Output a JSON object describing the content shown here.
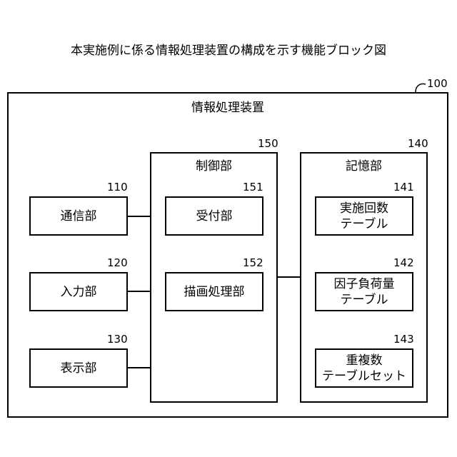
{
  "figure_title": "本実施例に係る情報処理装置の構成を示す機能ブロック図",
  "apparatus": {
    "ref": "100",
    "label": "情報処理装置"
  },
  "left_blocks": [
    {
      "ref": "110",
      "label": "通信部"
    },
    {
      "ref": "120",
      "label": "入力部"
    },
    {
      "ref": "130",
      "label": "表示部"
    }
  ],
  "control": {
    "ref": "150",
    "label": "制御部",
    "children": [
      {
        "ref": "151",
        "label": "受付部"
      },
      {
        "ref": "152",
        "label": "描画処理部"
      }
    ]
  },
  "storage": {
    "ref": "140",
    "label": "記憶部",
    "children": [
      {
        "ref": "141",
        "line1": "実施回数",
        "line2": "テーブル"
      },
      {
        "ref": "142",
        "line1": "因子負荷量",
        "line2": "テーブル"
      },
      {
        "ref": "143",
        "line1": "重複数",
        "line2": "テーブルセット"
      }
    ]
  }
}
